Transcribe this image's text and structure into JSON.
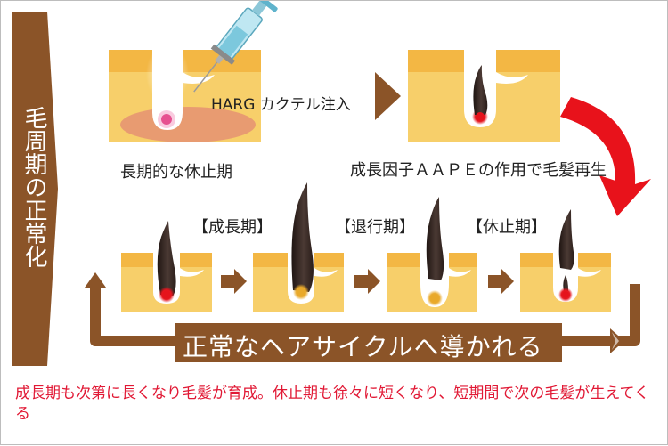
{
  "sidebar": {
    "title": "毛周期の正常化",
    "color": "#8b5428"
  },
  "top_row": {
    "injection_label": "HARG カクテル注入",
    "long_resting_label": "長期的な休止期",
    "regrowth_label": "成長因子ＡＡＰＥの作用で毛髪再生"
  },
  "phases": {
    "growth": "【成長期】",
    "regression": "【退行期】",
    "resting": "【休止期】"
  },
  "cycle_banner": "正常なヘアサイクルへ導かれる",
  "caption": "成長期も次第に長くなり毛髪が育成。休止期も徐々に短くなり、短期間で次の毛髪が生えてくる",
  "colors": {
    "skin": "#f7cf6a",
    "skin_top": "#f3b744",
    "brown": "#8b5428",
    "red_arrow": "#e8121b",
    "hair": "#3a2b26",
    "caption": "#e11935"
  }
}
